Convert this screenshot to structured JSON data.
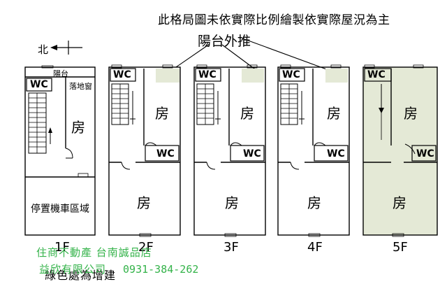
{
  "header": {
    "disclaimer": "此格局圖未依實際比例繪製依實際屋況為主",
    "balcony_callout": "陽台外推"
  },
  "compass": {
    "north_label": "北"
  },
  "floors": [
    {
      "floor_label": "1F",
      "rooms": {
        "balcony": "陽台",
        "wc": "WC",
        "window": "落地窗",
        "room": "房",
        "parking": "停置機車區域"
      }
    },
    {
      "floor_label": "2F",
      "rooms": {
        "wc_top": "WC",
        "room_top": "房",
        "wc_mid": "WC",
        "room_bottom": "房"
      }
    },
    {
      "floor_label": "3F",
      "rooms": {
        "wc_top": "WC",
        "room_top": "房",
        "wc_mid": "WC",
        "room_bottom": "房"
      }
    },
    {
      "floor_label": "4F",
      "rooms": {
        "wc_top": "WC",
        "room_top": "房",
        "wc_mid": "WC",
        "room_bottom": "房"
      }
    },
    {
      "floor_label": "5F",
      "rooms": {
        "wc_top": "WC",
        "room_top": "房",
        "wc_mid": "WC",
        "room_bottom": "房"
      }
    }
  ],
  "legend": {
    "text": "綠色處為增建"
  },
  "footer": {
    "company_line": "住商不動產 台南誠品店",
    "agency_line": "益欣有限公司",
    "phone": "0931-384-262"
  },
  "colors": {
    "line": "#000000",
    "extension_fill": "#e4e9d6",
    "footer_green": "#34b34a"
  }
}
